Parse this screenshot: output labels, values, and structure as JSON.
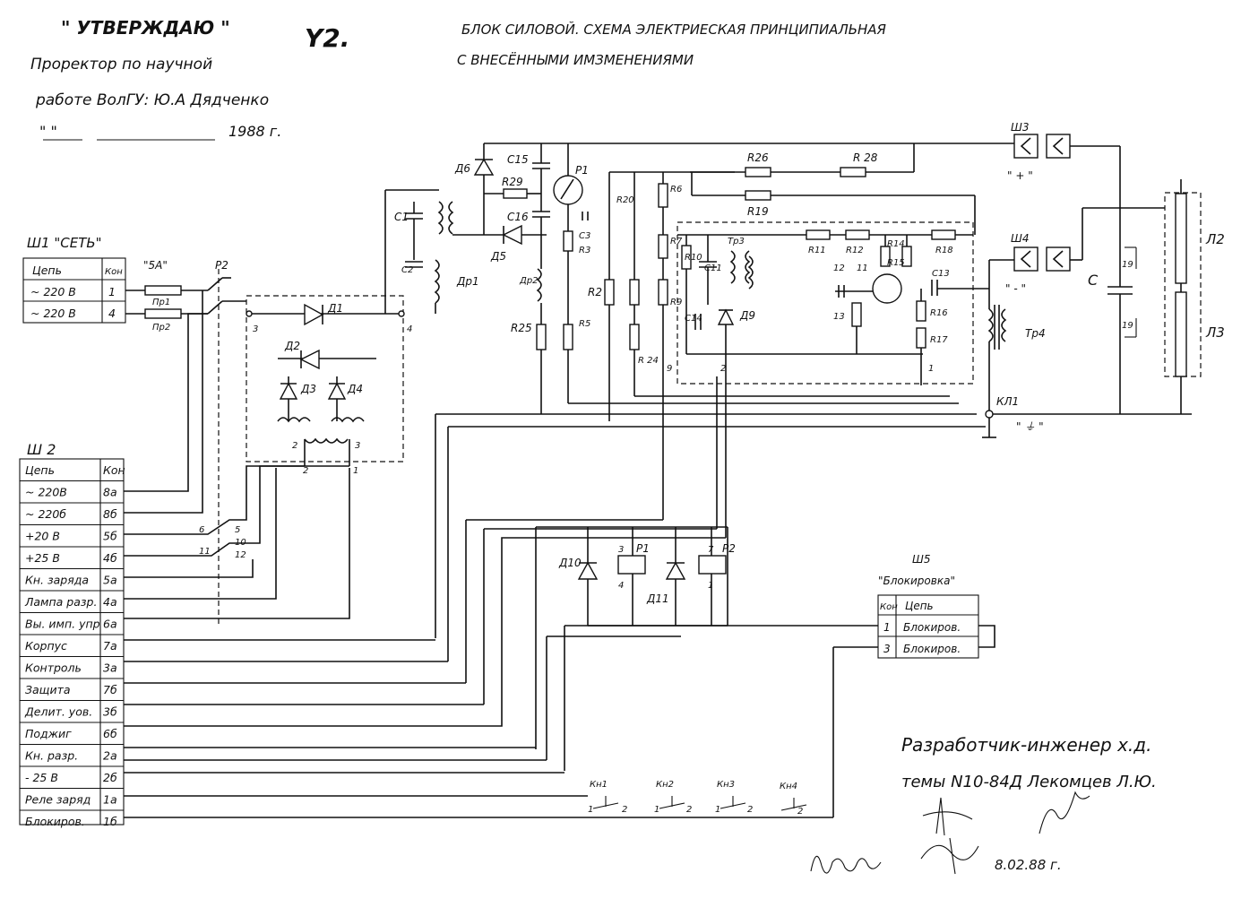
{
  "header": {
    "approve": "\" УТВЕРЖДАЮ \"",
    "mark": "Y2.",
    "line1": "Проректор по научной",
    "line2": "работе ВолГУ: Ю.А Дядченко",
    "line3a": "\"     \"",
    "line3b": "1988 г.",
    "title1": "БЛОК СИЛОВОЙ. СХЕМА ЭЛЕКТРИЕСКАЯ ПРИНЦИПИАЛЬНАЯ",
    "title2": "С ВНЕСЁННЫМИ ИМЗМЕНЕНИЯМИ"
  },
  "sh1": {
    "title": "Ш1 \"СЕТЬ\"",
    "head": [
      "Цепь",
      "Кон"
    ],
    "rows": [
      [
        "~ 220 В",
        "1"
      ],
      [
        "~ 220 В",
        "4"
      ]
    ]
  },
  "sh2": {
    "title": "Ш 2",
    "head": [
      "Цепь",
      "Кон"
    ],
    "rows": [
      [
        "~ 220В",
        "8а"
      ],
      [
        "~ 220б",
        "8б"
      ],
      [
        "+20 В",
        "5б"
      ],
      [
        "+25 В",
        "4б"
      ],
      [
        "Кн. заряда",
        "5а"
      ],
      [
        "Лампа разр.",
        "4а"
      ],
      [
        "Вы. имп. упр",
        "6а"
      ],
      [
        "Корпус",
        "7а"
      ],
      [
        "Контроль",
        "3а"
      ],
      [
        "Защита",
        "7б"
      ],
      [
        "Делит. уов.",
        "3б"
      ],
      [
        "Поджиг",
        "6б"
      ],
      [
        "Кн. разр.",
        "2а"
      ],
      [
        "- 25 В",
        "2б"
      ],
      [
        "Реле заряд",
        "1а"
      ],
      [
        "Блокиров.",
        "1б"
      ]
    ]
  },
  "sh5": {
    "title": "Ш5",
    "subtitle": "\"Блокировка\"",
    "head": [
      "Кон",
      "Цепь"
    ],
    "rows": [
      [
        "1",
        "Блокиров."
      ],
      [
        "3",
        "Блокиров."
      ]
    ]
  },
  "labels": {
    "fuse": "\"5А\"",
    "pr1": "Пр1",
    "pr2": "Пр2",
    "p2": "Р2",
    "d1": "Д1",
    "d2": "Д2",
    "d3": "Д3",
    "d4": "Д4",
    "d5": "Д5",
    "d6": "Д6",
    "d9": "Д9",
    "d10": "Д10",
    "d11": "Д11",
    "c1": "С1",
    "c2": "С2",
    "c3": "С3",
    "c11": "С11",
    "c13": "С13",
    "c14": "С14",
    "c15": "С15",
    "c16": "С16",
    "c": "С",
    "r2": "R2",
    "r3": "R3",
    "r5": "R5",
    "r6": "R6",
    "r7": "R7",
    "r9": "R9",
    "r10": "R10",
    "r11": "R11",
    "r12": "R12",
    "r14": "R14",
    "r15": "R15",
    "r16": "R16",
    "r17": "R17",
    "r18": "R18",
    "r19": "R19",
    "r20": "R20",
    "r24": "R 24",
    "r25": "R25",
    "r26": "R26",
    "r28": "R 28",
    "r29": "R29",
    "dr1": "Др1",
    "dr2": "Др2",
    "tr3": "Тр3",
    "tr4": "Тр4",
    "p1m": "Р1",
    "p1": "Р1",
    "p2r": "Р2",
    "kl1": "КЛ1",
    "l2": "Л2",
    "l3": "Л3",
    "sh3": "Ш3",
    "sh4": "Ш4",
    "plus": "\" + \"",
    "minus": "\" - \"",
    "gnd": "\" ⏚ \"",
    "kn1": "Кн1",
    "kn2": "Кн2",
    "kn3": "Кн3",
    "kn4": "Кн4",
    "n19a": "19",
    "n19b": "19",
    "n12": "12",
    "n11": "11",
    "n13": "13"
  },
  "footer": {
    "dev1": "Разработчик-инженер х.д.",
    "dev2": "темы N10-84Д Лекомцев Л.Ю.",
    "date": "8.02.88 г."
  }
}
